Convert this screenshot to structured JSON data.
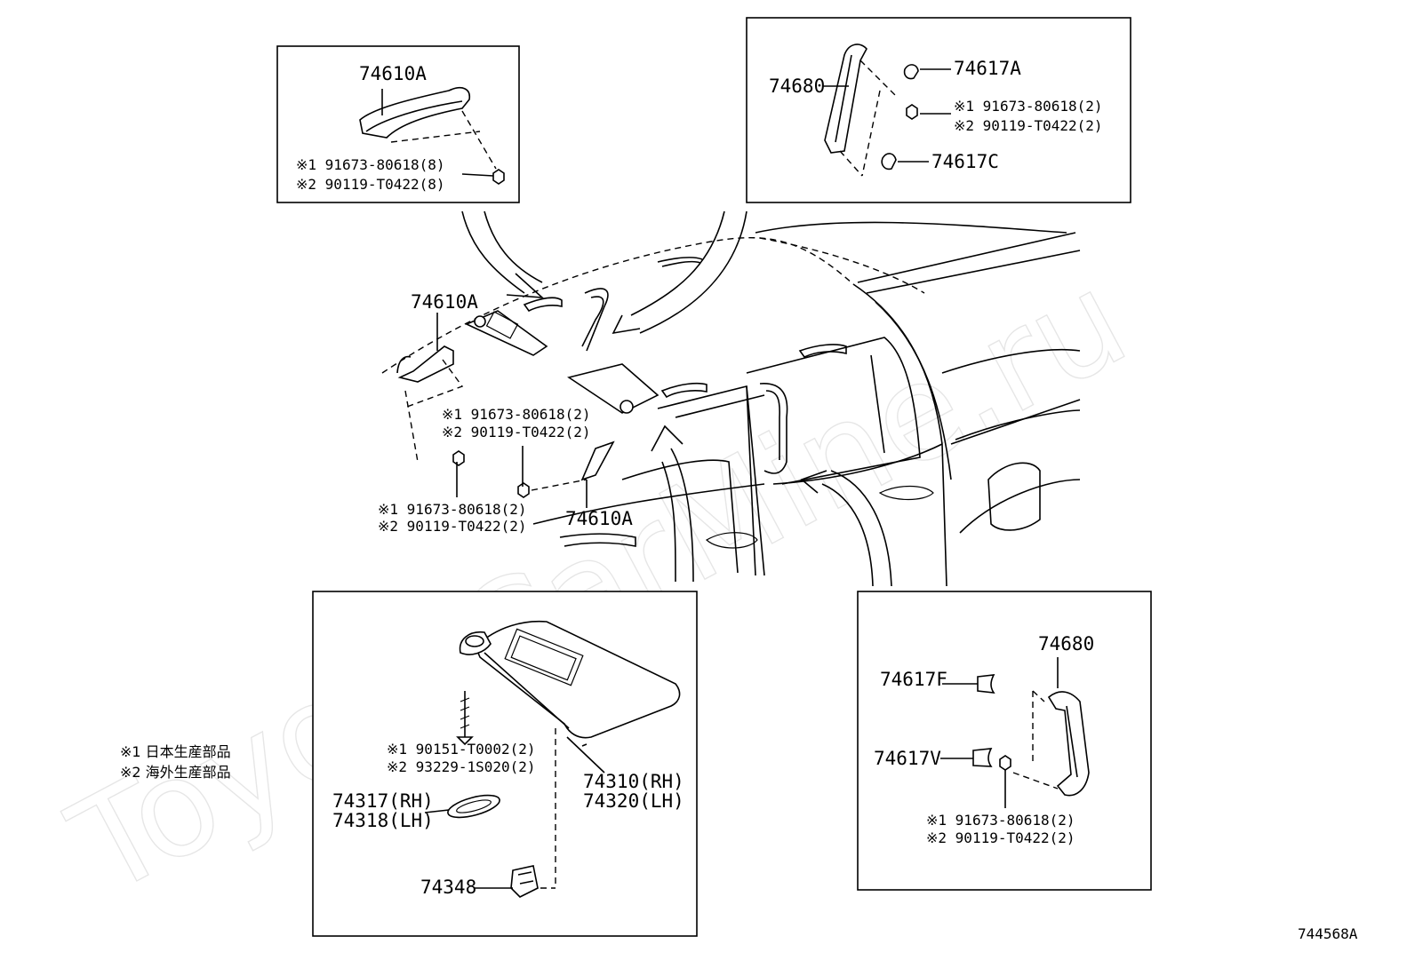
{
  "watermark": "ToyotaCarMine.ru",
  "drawing_code": "744568A",
  "legend": {
    "note1": "※1 日本生産部品",
    "note2": "※2 海外生産部品"
  },
  "box_top_left": {
    "part": "74610A",
    "ref1": "※1 91673-80618(8)",
    "ref2": "※2 90119-T0422(8)"
  },
  "box_top_right": {
    "part_grip": "74680",
    "cap_a": "74617A",
    "cap_c": "74617C",
    "ref1": "※1 91673-80618(2)",
    "ref2": "※2 90119-T0422(2)"
  },
  "main": {
    "grip_front": "74610A",
    "grip_front_ref1": "※1 91673-80618(2)",
    "grip_front_ref2": "※2 90119-T0422(2)",
    "grip_mid_ref1": "※1 91673-80618(2)",
    "grip_mid_ref2": "※2 90119-T0422(2)",
    "grip_pillar": "74610A"
  },
  "box_bottom_center": {
    "visor_rh": "74310(RH)",
    "visor_lh": "74320(LH)",
    "screw_ref1": "※1 90151-T0002(2)",
    "screw_ref2": "※2 93229-1S020(2)",
    "bracket_rh": "74317(RH)",
    "bracket_lh": "74318(LH)",
    "holder": "74348"
  },
  "box_bottom_right": {
    "part_grip": "74680",
    "cap_f": "74617F",
    "cap_v": "74617V",
    "ref1": "※1 91673-80618(2)",
    "ref2": "※2 90119-T0422(2)"
  }
}
